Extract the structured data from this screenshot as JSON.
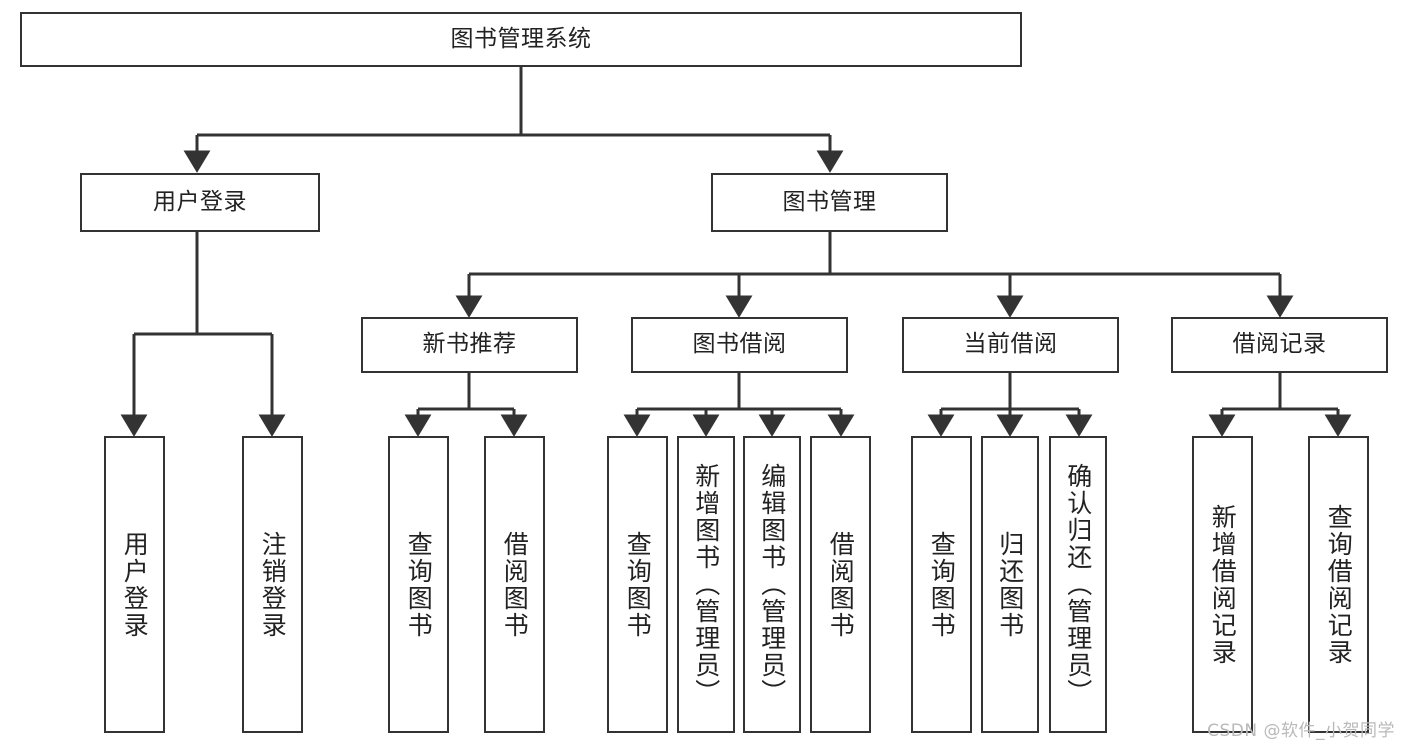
{
  "diagram": {
    "type": "tree",
    "title": "图书管理系统",
    "watermark": "CSDN @软件_小贺同学",
    "colors": {
      "border": "#333333",
      "background": "#ffffff",
      "text": "#222222",
      "watermark": "#b9b9b9"
    },
    "levels": {
      "root": {
        "label": "图书管理系统"
      },
      "level2": [
        {
          "label": "用户登录"
        },
        {
          "label": "图书管理"
        }
      ],
      "level3": [
        {
          "label": "新书推荐"
        },
        {
          "label": "图书借阅"
        },
        {
          "label": "当前借阅"
        },
        {
          "label": "借阅记录"
        }
      ],
      "leaves": [
        {
          "label": "用户登录",
          "parent": "用户登录"
        },
        {
          "label": "注销登录",
          "parent": "用户登录"
        },
        {
          "label": "查询图书",
          "parent": "新书推荐"
        },
        {
          "label": "借阅图书",
          "parent": "新书推荐"
        },
        {
          "label": "查询图书",
          "parent": "图书借阅"
        },
        {
          "label": "新增图书（管理员）",
          "parent": "图书借阅"
        },
        {
          "label": "编辑图书（管理员）",
          "parent": "图书借阅"
        },
        {
          "label": "借阅图书",
          "parent": "图书借阅"
        },
        {
          "label": "查询图书",
          "parent": "当前借阅"
        },
        {
          "label": "归还图书",
          "parent": "当前借阅"
        },
        {
          "label": "确认归还（管理员）",
          "parent": "当前借阅"
        },
        {
          "label": "新增借阅记录",
          "parent": "借阅记录"
        },
        {
          "label": "查询借阅记录",
          "parent": "借阅记录"
        }
      ]
    }
  }
}
